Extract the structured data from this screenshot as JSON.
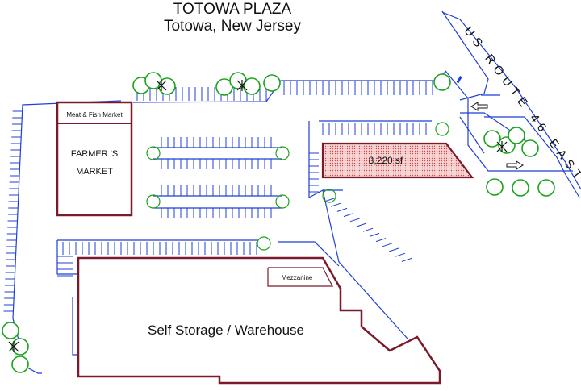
{
  "header": {
    "title": "TOTOWA PLAZA",
    "subtitle": "Totowa, New Jersey"
  },
  "road_label": "US ROUTE 46 EAST",
  "buildings": {
    "meat_fish": "Meat & Fish Market",
    "farmers_line1": "FARMER 'S",
    "farmers_line2": "MARKET",
    "available": "8,220 sf",
    "mezzanine": "Mezzanine",
    "storage": "Self Storage / Warehouse"
  },
  "colors": {
    "building_outline": "#7a1a2a",
    "parking_lines": "#1f3fd6",
    "tree_green": "#1aa31a",
    "available_fill": "#f4c8c8"
  },
  "icons": {
    "trees": "tree-icon",
    "arrows": "traffic-arrow-icon"
  }
}
